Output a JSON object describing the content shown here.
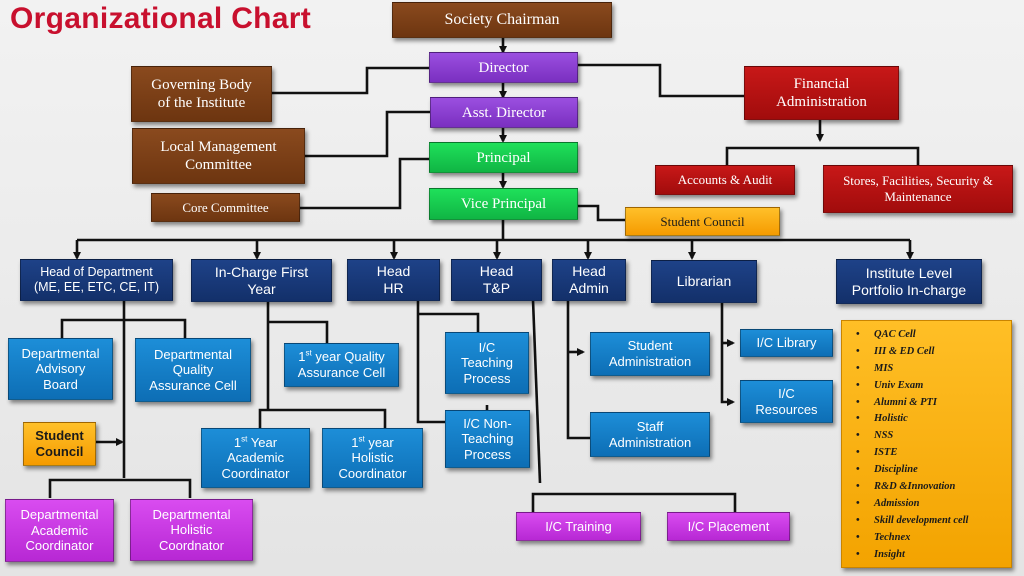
{
  "title": "Organizational Chart",
  "top": {
    "society_chairman": "Society Chairman",
    "director": "Director",
    "asst_director": "Asst. Director",
    "principal": "Principal",
    "vice_principal": "Vice Principal",
    "governing_body": "Governing Body\nof the Institute",
    "local_management": "Local Management\nCommittee",
    "core_committee": "Core Committee",
    "student_council_top": "Student Council"
  },
  "finance": {
    "financial_admin": "Financial\nAdministration",
    "accounts_audit": "Accounts & Audit",
    "stores": "Stores, Facilities, Security &\nMaintenance"
  },
  "heads": {
    "head_department": "Head of Department\n(ME, EE, ETC, CE, IT)",
    "incharge_first_year": "In-Charge First\nYear",
    "head_hr": "Head\nHR",
    "head_tp": "Head\nT&P",
    "head_admin": "Head\nAdmin",
    "librarian": "Librarian",
    "institute_portfolio": "Institute Level\nPortfolio In-charge"
  },
  "department": {
    "advisory_board": "Departmental\nAdvisory\nBoard",
    "quality_cell": "Departmental\nQuality\nAssurance Cell",
    "student_council": "Student\nCouncil",
    "academic_coordinator": "Departmental\nAcademic\nCoordinator",
    "holistic_coordinator": "Departmental\nHolistic\nCoordnator"
  },
  "first_year": {
    "quality_sup": "st",
    "quality_rest": " year Quality\nAssurance Cell",
    "academic_sup": "st",
    "academic_rest": " Year\nAcademic\nCoordinator",
    "holistic_sup": "st",
    "holistic_rest": " year\nHolistic\nCoordinator"
  },
  "hr": {
    "teaching": "I/C\nTeaching\nProcess",
    "non_teaching": "I/C Non-\nTeaching\nProcess"
  },
  "tp": {
    "training": "I/C Training",
    "placement": "I/C Placement"
  },
  "admin": {
    "student_admin": "Student\nAdministration",
    "staff_admin": "Staff\nAdministration"
  },
  "library": {
    "ic_library": "I/C Library",
    "ic_resources": "I/C\nResources"
  },
  "portfolio_items": [
    "QAC Cell",
    "III & ED Cell",
    "MIS",
    "Univ Exam",
    "Alumni & PTI",
    "Holistic",
    "NSS",
    "ISTE",
    "Discipline",
    "R&D &Innovation",
    "Admission",
    "Skill development cell",
    "Technex",
    "Insight"
  ],
  "colors": {
    "title": "#c8102e",
    "brown": "#7a3d14",
    "purple": "#8a3fd4",
    "green": "#18cf4f",
    "red": "#b01212",
    "orange": "#f9ae12",
    "navy": "#183a7a",
    "blue": "#137fc9",
    "magenta": "#c83ae2"
  }
}
